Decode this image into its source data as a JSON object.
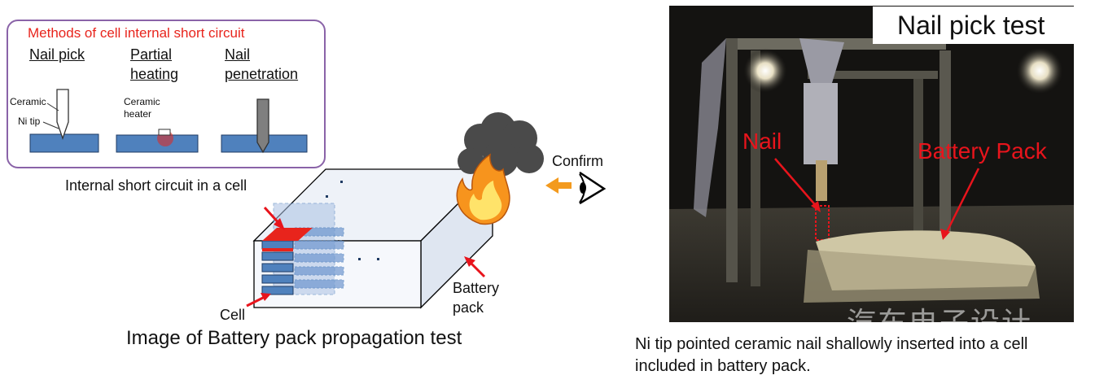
{
  "methods": {
    "title": "Methods of cell internal short circuit",
    "nail_pick": "Nail pick",
    "partial_heating_1": "Partial",
    "partial_heating_2": "heating",
    "nail_penetration_1": "Nail",
    "nail_penetration_2": "penetration",
    "ceramic": "Ceramic",
    "ni_tip": "Ni tip",
    "ceramic_heater_1": "Ceramic",
    "ceramic_heater_2": "heater"
  },
  "diagram": {
    "internal_short": "Internal short circuit in a cell",
    "confirm": "Confirm",
    "battery_pack_1": "Battery",
    "battery_pack_2": "pack",
    "cell": "Cell",
    "caption": "Image of Battery pack propagation test"
  },
  "photo": {
    "title": "Nail pick test",
    "nail_label": "Nail",
    "battery_pack_label": "Battery Pack",
    "caption_line1": "Ni tip pointed ceramic nail shallowly inserted into a cell",
    "caption_line2": "included in battery pack.",
    "watermark": "汽车电子设计"
  },
  "colors": {
    "highlight": "#e8241c",
    "blue": "#4f81bd",
    "box_border": "#8a63a8",
    "arrow_orange": "#f39a1e"
  }
}
